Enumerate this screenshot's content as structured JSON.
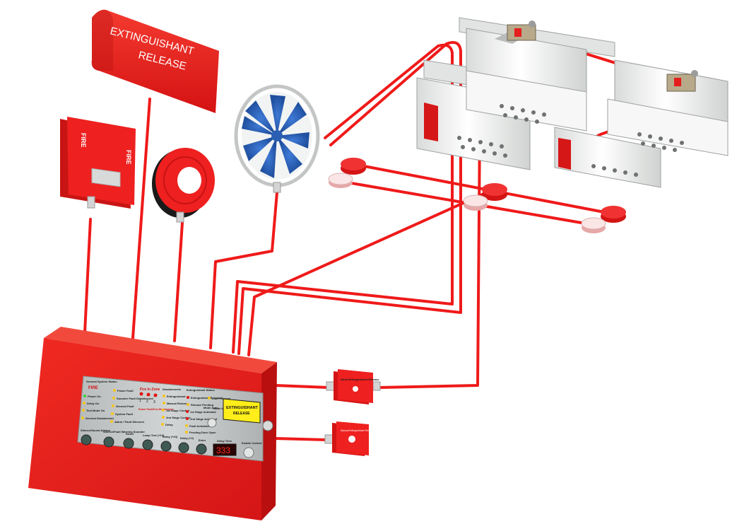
{
  "sign": {
    "line1": "EXTINGUISHANT",
    "line2": "RELEASE"
  },
  "strobe": {
    "label": "FIRE"
  },
  "panel": {
    "general_status": "General System Status",
    "fire": "FIRE",
    "fire_in_zone": "Fire In Zone",
    "disablements": "Disablements",
    "extinguishant_status": "Extinguishant Status",
    "left_leds": [
      "Power On",
      "Delay On",
      "Test Mode On",
      "General Disablement"
    ],
    "fault_leds": [
      "Power Fault",
      "Sounder Fault Disablement",
      "General Fault",
      "System Fault",
      "Alarm / Fault Silenced"
    ],
    "zones": [
      "1",
      "2",
      "3"
    ],
    "zone_note": "Power Fault/Test Disablement",
    "disable_leds": [
      "Extinguishant",
      "Manual Release",
      "1st Stage Control",
      "2nd Stage Control",
      "Delay"
    ],
    "ext_leds": [
      "Extinguishant Released",
      "Release Pending",
      "1st Stage Activated",
      "2nd Stage Activated",
      "Fault Activated",
      "Pending Door Open"
    ],
    "ext_leds_right": [
      "Low Pressure"
    ],
    "mode_labels": [
      "Mode Auto",
      "Mode Manual"
    ],
    "yellow_label": "EXTINGUISHANT",
    "yellow_label2": "RELEASE",
    "buttons": [
      "Silence/Sound Alarms",
      "Silence/Fault Warning Sounder",
      "Reset",
      "Lamp Test (+10)",
      "Delay (+10)",
      "Delay (+2)",
      "Enter",
      "Delay Time",
      "Enable Control"
    ],
    "display": "333"
  },
  "abort_unit": {
    "label": "Abort Extinguishant Release"
  },
  "manual_release": {
    "label": "Manual Extinguishant Release"
  },
  "colors": {
    "device_red": "#e51d1d",
    "wire_red": "#ef1a1a",
    "fan_blue": "#2a5fb4",
    "panel_face": "#c2c5c5",
    "led_green": "#3ad13a",
    "led_yellow": "#f5c518",
    "led_red": "#e41010",
    "label_yellow": "#ffee1a"
  },
  "icons": [
    "fire-strobe-icon",
    "fan-icon",
    "sounder-icon",
    "smoke-detector-icon",
    "heat-detector-icon",
    "gas-cylinder-icon",
    "solenoid-valve-icon"
  ]
}
